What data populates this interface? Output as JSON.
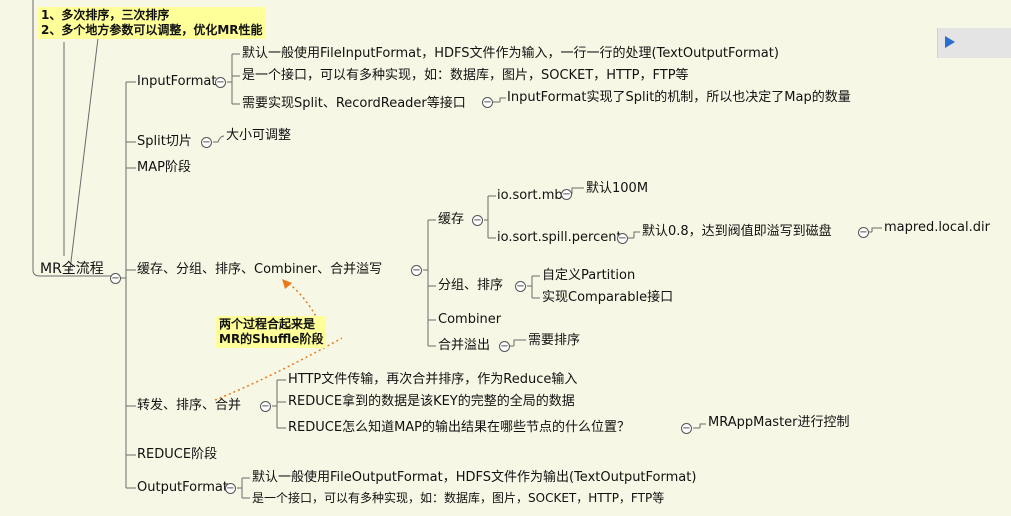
{
  "note_top": {
    "line1": "1、多次排序，三次排序",
    "line2": "2、多个地方参数可以调整，优化MR性能"
  },
  "note_shuffle": {
    "line1": "两个过程合起来是",
    "line2": "MR的Shuffle阶段"
  },
  "root": "MR全流程",
  "branches": {
    "inputformat": {
      "label": "InputFormat",
      "c1": "默认一般使用FileInputFormat，HDFS文件作为输入，一行一行的处理(TextOutputFormat)",
      "c2": "是一个接口，可以有多种实现，如：数据库，图片，SOCKET，HTTP，FTP等",
      "c3": "需要实现Split、RecordReader等接口",
      "c3_child": "InputFormat实现了Split的机制，所以也决定了Map的数量"
    },
    "split": {
      "label": "Split切片",
      "child": "大小可调整"
    },
    "map": {
      "label": "MAP阶段"
    },
    "buffer": {
      "label": "缓存、分组、排序、Combiner、合并溢写",
      "cache": "缓存",
      "sort_mb": "io.sort.mb",
      "sort_mb_child": "默认100M",
      "spill_percent": "io.sort.spill.percent",
      "spill_child": "默认0.8，达到阀值即溢写到磁盘",
      "spill_grandchild": "mapred.local.dir",
      "group_sort": "分组、排序",
      "partition": "自定义Partition",
      "comparable": "实现Comparable接口",
      "combiner": "Combiner",
      "merge_spill": "合并溢出",
      "merge_child": "需要排序"
    },
    "forward": {
      "label": "转发、排序、合并",
      "c1": "HTTP文件传输，再次合并排序，作为Reduce输入",
      "c2": "REDUCE拿到的数据是该KEY的完整的全局的数据",
      "c3": "REDUCE怎么知道MAP的输出结果在哪些节点的什么位置？",
      "c3_child": "MRAppMaster进行控制"
    },
    "reduce": {
      "label": "REDUCE阶段"
    },
    "outputformat": {
      "label": "OutputFormat",
      "c1": "默认一般使用FileOutputFormat，HDFS文件作为输出(TextOutputFormat)",
      "c2": "是一个接口，可以有多种实现，如：数据库，图片，SOCKET，HTTP，FTP等"
    }
  },
  "colors": {
    "line": "#6b6b6b",
    "dashed_arrow": "#e87a1a",
    "note_bg": "#ffff99",
    "background": "#f7f7e6"
  }
}
